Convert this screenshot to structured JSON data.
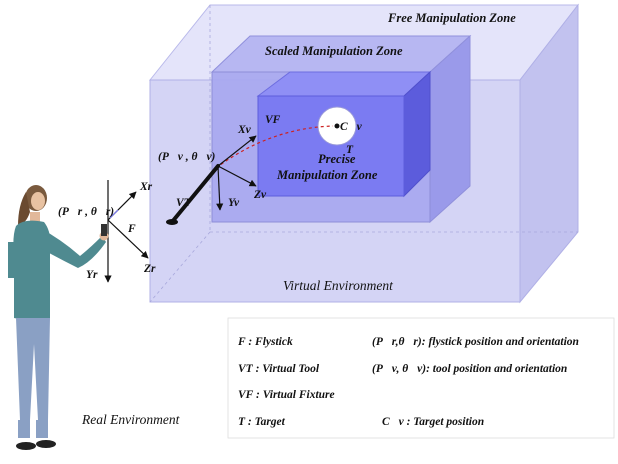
{
  "zones": {
    "free": "Free Manipulation Zone",
    "scaled": "Scaled Manipulation Zone",
    "precise_line1": "Precise",
    "precise_line2": "Manipulation Zone"
  },
  "environments": {
    "virtual": "Virtual Environment",
    "real": "Real Environment"
  },
  "tool_labels": {
    "vf": "VF",
    "vt": "VT",
    "target": "T",
    "flystick": "F",
    "tool_pose": "(P⃗v , θ⃗v)",
    "flystick_pose": "(P⃗r , θ⃗r)",
    "target_pos": "C⃗v"
  },
  "axes": {
    "virtual": {
      "x": "Xv",
      "y": "Yv",
      "z": "Zv"
    },
    "real": {
      "x": "Xr",
      "y": "Yr",
      "z": "Zr"
    }
  },
  "legend": {
    "left": [
      "F : Flystick",
      "VT : Virtual Tool",
      "VF : Virtual Fixture",
      "T :  Target"
    ],
    "right": [
      "(P⃗r,θ⃗r): flystick position and orientation",
      "(P⃗v, θ⃗v): tool position and orientation",
      "C⃗v : Target position"
    ]
  },
  "colors": {
    "free_zone": "#cfcff4",
    "scaled_zone": "#a9a9ef",
    "precise_zone": "#7b7bf2",
    "tool": "#111111",
    "trajectory": "#cc2222"
  }
}
